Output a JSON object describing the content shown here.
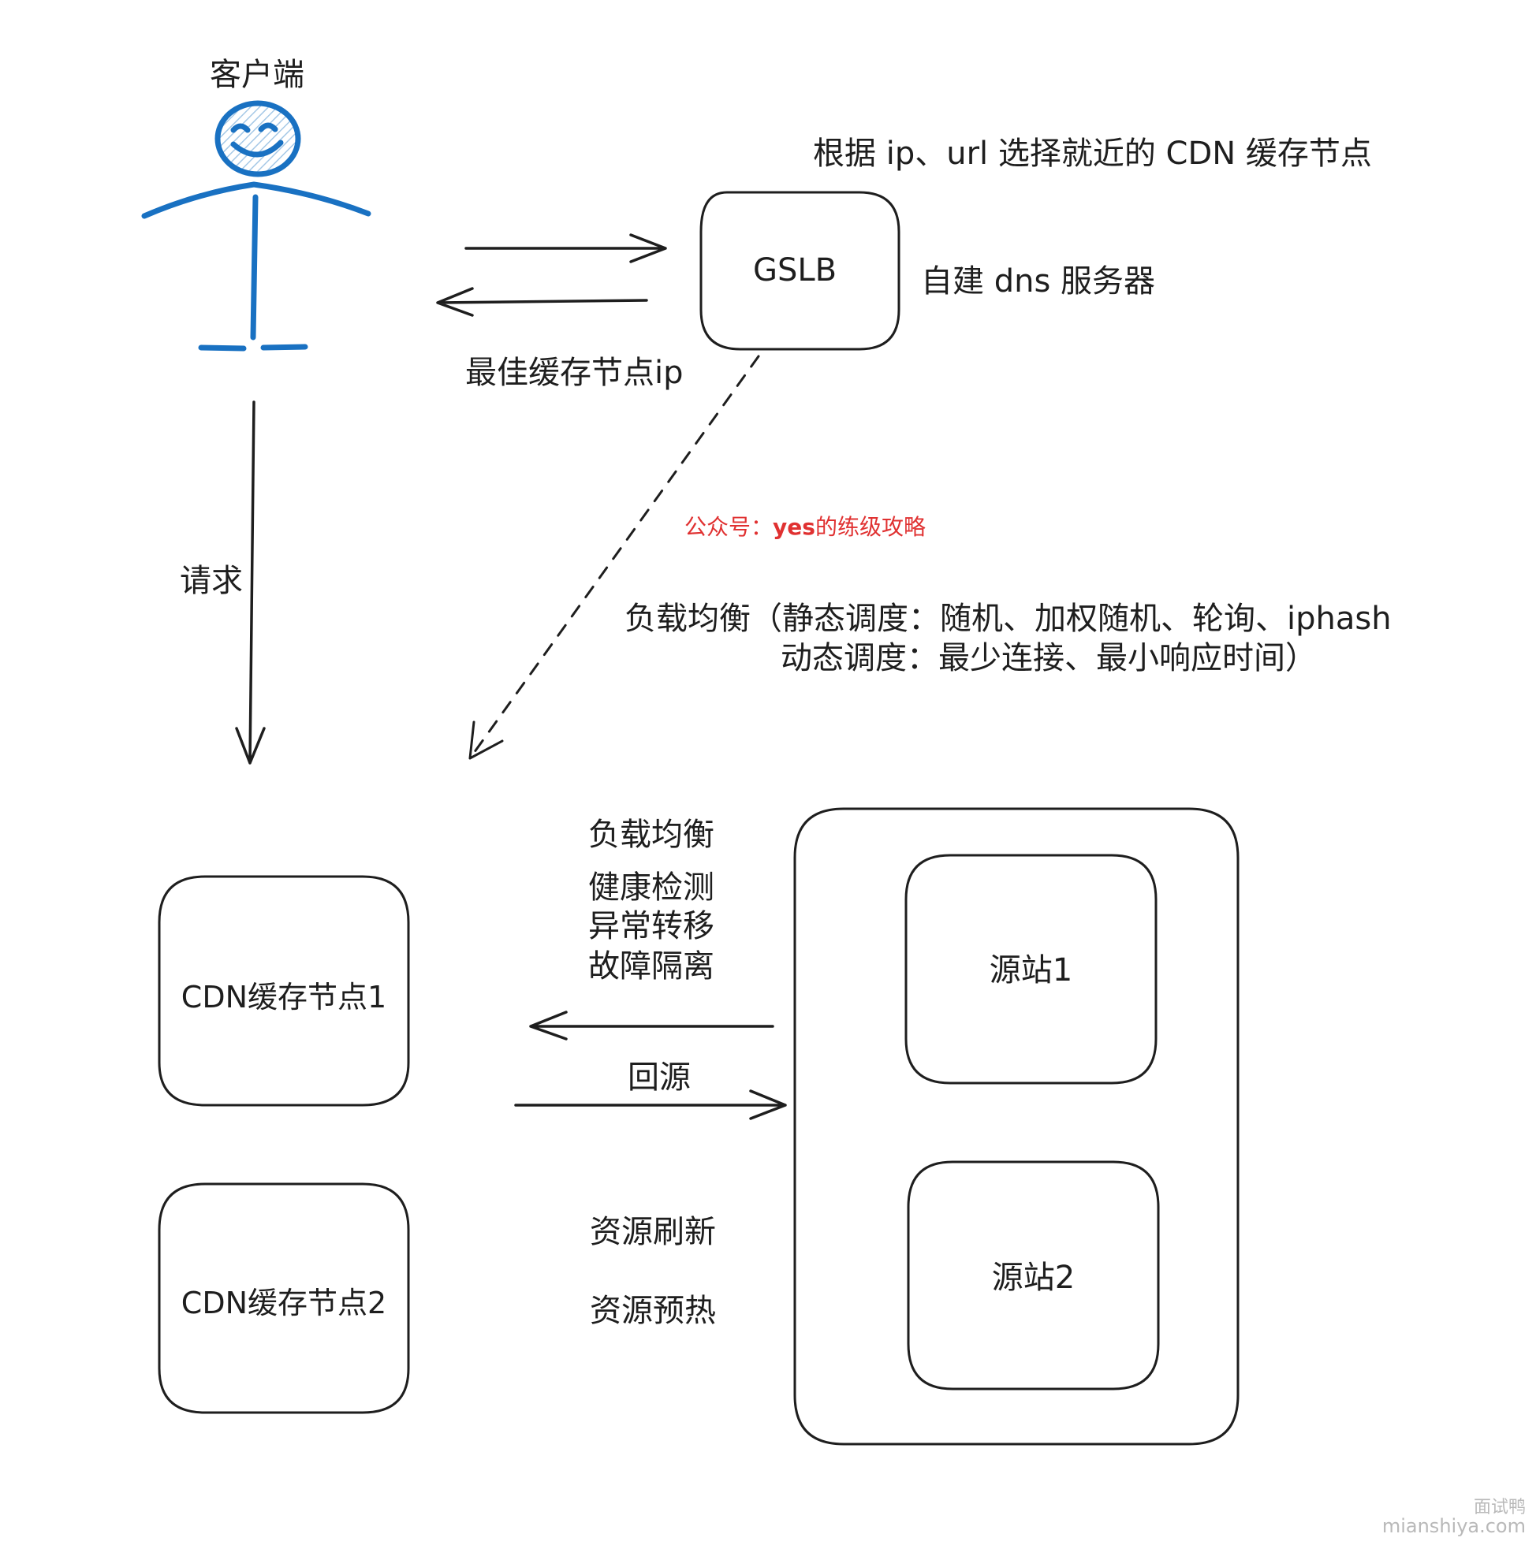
{
  "client": {
    "label": "客户端"
  },
  "top_note": "根据 ip、url 选择就近的 CDN 缓存节点",
  "gslb": {
    "label": "GSLB",
    "desc": "自建 dns 服务器",
    "return_label": "最佳缓存节点ip"
  },
  "request_label": "请求",
  "watermark_text": {
    "prefix": "公众号：",
    "highlight": "yes",
    "suffix": "的练级攻略"
  },
  "load_balance_note": {
    "line1": "负载均衡（静态调度：随机、加权随机、轮询、iphash",
    "line2": "动态调度：最少连接、最小响应时间）"
  },
  "middle_features": [
    "负载均衡",
    "健康检测",
    "异常转移",
    "故障隔离"
  ],
  "back_to_origin_label": "回源",
  "resource_features": [
    "资源刷新",
    "资源预热"
  ],
  "cdn_nodes": [
    "CDN缓存节点1",
    "CDN缓存节点2"
  ],
  "origins": [
    "源站1",
    "源站2"
  ],
  "site_mark": {
    "name": "面试鸭",
    "url": "mianshiya.com"
  },
  "colors": {
    "stroke": "#1e1e1e",
    "client_figure": "#1971c2",
    "face_fill": "#a5c8e6",
    "watermark_red": "#e03131",
    "site_mark_gray": "#b9b9b9"
  }
}
